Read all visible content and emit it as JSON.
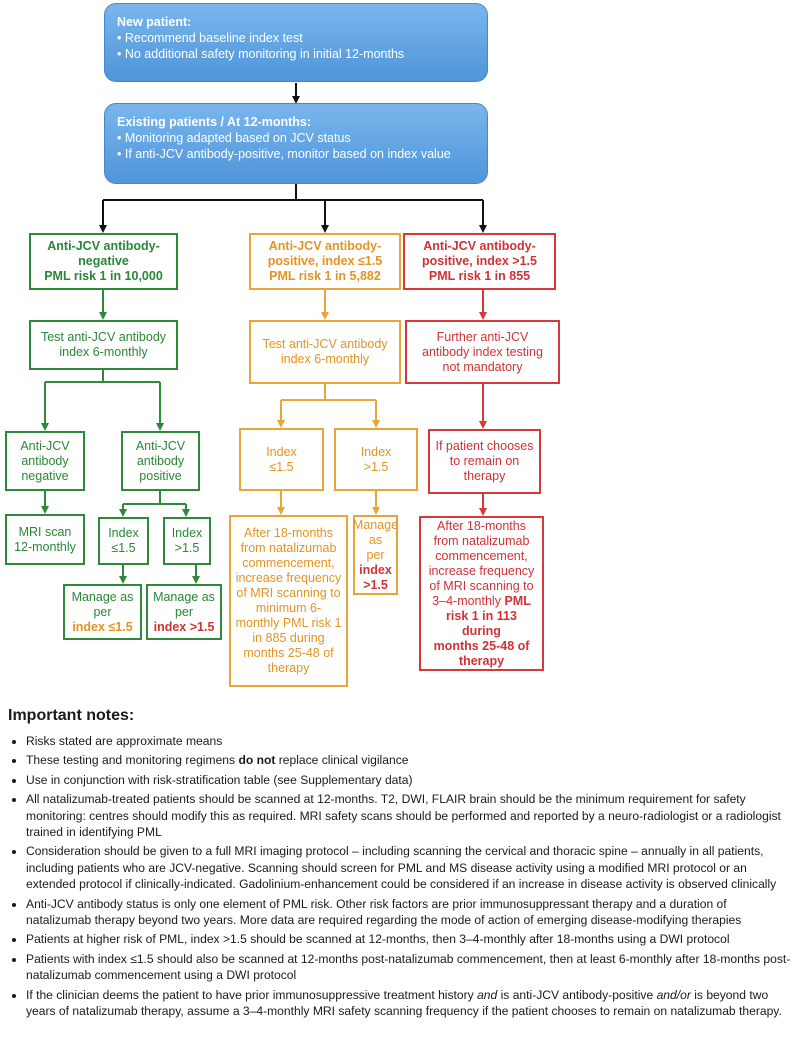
{
  "top": {
    "new_patient": {
      "title": "New patient:",
      "items": [
        "• Recommend baseline index test",
        "• No additional safety monitoring in initial 12-months"
      ]
    },
    "existing": {
      "title": "Existing patients / At 12-months:",
      "items": [
        "• Monitoring adapted based on JCV status",
        "• If anti-JCV antibody-positive, monitor based on index value"
      ]
    }
  },
  "green": {
    "head": [
      "Anti-JCV antibody-",
      "negative",
      "PML risk 1 in 10,000"
    ],
    "test": [
      "Test anti-JCV antibody",
      "index 6-monthly"
    ],
    "neg": [
      "Anti-JCV",
      "antibody",
      "negative"
    ],
    "pos": [
      "Anti-JCV",
      "antibody",
      "positive"
    ],
    "mri": [
      "MRI scan",
      "12-monthly"
    ],
    "idx_le": [
      "Index",
      "≤1.5"
    ],
    "idx_gt": [
      "Index",
      ">1.5"
    ],
    "manage_le": {
      "text": [
        "Manage as",
        "per"
      ],
      "emph": "index ≤1.5"
    },
    "manage_gt": {
      "text": [
        "Manage as",
        "per"
      ],
      "emph": "index >1.5"
    }
  },
  "orange": {
    "head": [
      "Anti-JCV antibody-",
      "positive, index ≤1.5",
      "PML risk 1 in 5,882"
    ],
    "test": [
      "Test anti-JCV antibody",
      "index 6-monthly"
    ],
    "idx_le": [
      "Index",
      "≤1.5"
    ],
    "idx_gt": [
      "Index",
      ">1.5"
    ],
    "after": [
      "After 18-months",
      "from natalizumab",
      "commencement,",
      "increase frequency",
      "of MRI scanning to",
      "minimum 6-",
      "monthly PML risk 1",
      "in 885 during",
      "months 25-48 of",
      "therapy"
    ],
    "manage": {
      "text": [
        "Manage",
        "as per"
      ],
      "emph": [
        "index",
        ">1.5"
      ]
    }
  },
  "red": {
    "head": [
      "Anti-JCV antibody-",
      "positive, index >1.5",
      "PML risk 1 in 855"
    ],
    "further": [
      "Further anti-JCV",
      "antibody index testing",
      "not mandatory"
    ],
    "chooses": [
      "If patient chooses",
      "to remain on",
      "therapy"
    ],
    "after": [
      "After 18-months",
      "from natalizumab",
      "commencement,",
      "increase frequency",
      "of MRI scanning to"
    ],
    "after_mixed": {
      "plain": "3–4-monthly ",
      "emph": "PML"
    },
    "after_emph": [
      "risk 1 in 113 during",
      "months 25-48 of",
      "therapy"
    ]
  },
  "notes": {
    "title": "Important notes:",
    "n1": "Risks stated are approximate means",
    "n2_a": "These testing and monitoring regimens ",
    "n2_b": "do not",
    "n2_c": " replace clinical vigilance",
    "n3": "Use in conjunction with risk-stratification table (see Supplementary data)",
    "n4": "All natalizumab-treated patients should be scanned at 12-months. T2, DWI, FLAIR brain should be the minimum requirement for safety monitoring: centres should modify this as required. MRI safety scans should be performed and reported by a neuro-radiologist or a radiologist trained in identifying PML",
    "n5": "Consideration should be given to a full MRI imaging protocol – including scanning the cervical and thoracic spine – annually in all patients, including patients who are JCV-negative. Scanning should screen for PML and MS disease activity using a modified MRI protocol or an extended protocol if clinically-indicated. Gadolinium-enhancement could be considered if an increase in disease activity is observed clinically",
    "n6": "Anti-JCV antibody status is only one element of PML risk. Other risk factors are prior immunosuppressant therapy and a duration of natalizumab therapy beyond two years. More data are required regarding the mode of action of emerging disease-modifying therapies",
    "n7": "Patients at higher risk of PML, index >1.5 should be scanned at 12-months, then 3–4-monthly after 18-months using a DWI protocol",
    "n8": "Patients with index ≤1.5 should also be scanned at 12-months post-natalizumab commencement, then at least 6-monthly after 18-months post-natalizumab commencement using a DWI protocol",
    "n9_a": "If the clinician deems the patient to have prior immunosuppressive treatment history ",
    "n9_b": "and",
    "n9_c": " is anti-JCV antibody-positive ",
    "n9_d": "and/or",
    "n9_e": " is beyond two years of natalizumab therapy, assume a 3–4-monthly MRI safety scanning frequency if the patient chooses to remain on natalizumab therapy."
  },
  "colors": {
    "blue": "#5a9fe0",
    "green": "#2e8a3a",
    "orange": "#e9a43a",
    "red": "#d8383a"
  }
}
